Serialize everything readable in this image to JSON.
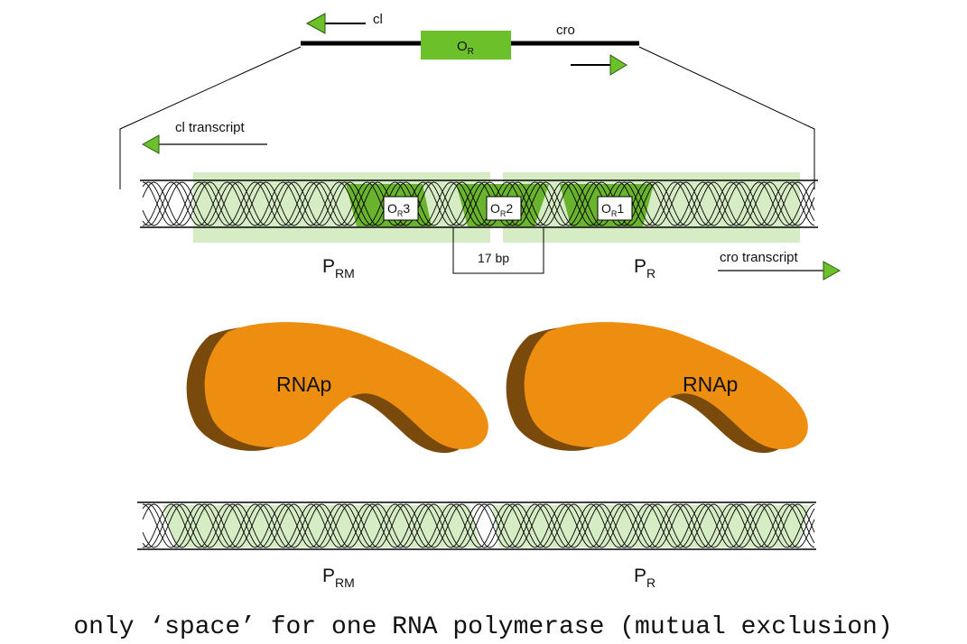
{
  "gene": {
    "left_gene": "cl",
    "operator_letter": "O",
    "operator_sub": "R",
    "right_gene": "cro"
  },
  "transcripts": {
    "left": "cl transcript",
    "right": "cro transcript"
  },
  "sites": [
    {
      "main": "O",
      "sub": "R",
      "num": "3"
    },
    {
      "main": "O",
      "sub": "R",
      "num": "2"
    },
    {
      "main": "O",
      "sub": "R",
      "num": "1"
    }
  ],
  "spacing": "17 bp",
  "promoters": {
    "left": {
      "main": "P",
      "sub": "RM"
    },
    "right": {
      "main": "P",
      "sub": "R"
    }
  },
  "polymerase": {
    "left": "RNAp",
    "right": "RNAp"
  },
  "caption": "only ‘space’ for one RNA polymerase (mutual exclusion)",
  "colors": {
    "operator_green": "#6cc02a",
    "promoter_tint": "#d6ecc4",
    "site_green": "#6ab32e",
    "rnap_orange": "#ee8e10",
    "rnap_shadow": "#7a4a0c",
    "line": "#000000"
  }
}
